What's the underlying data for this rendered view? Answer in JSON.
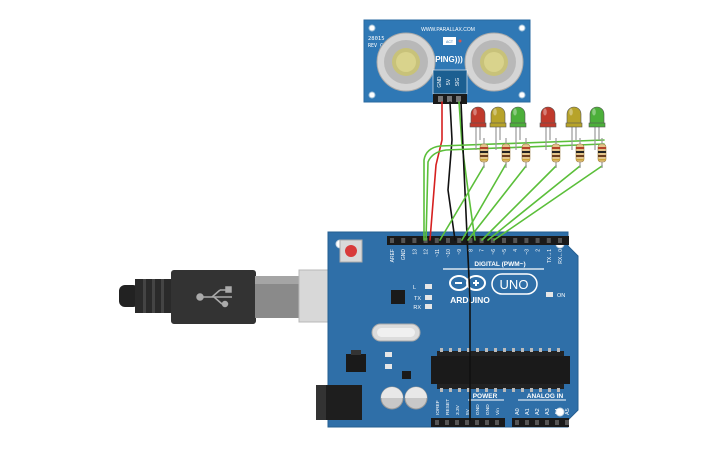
{
  "colors": {
    "board": "#2f6fa8",
    "board_dark": "#1e4f7c",
    "sensor_board": "#2f78b5",
    "wire_green": "#5bbf3a",
    "wire_black": "#111111",
    "wire_red": "#d62020",
    "led_red": "#c0392b",
    "led_yellow": "#b7a32a",
    "led_green": "#4caf3a"
  },
  "sensor": {
    "model": "28015",
    "rev": "REV C",
    "url": "WWW.PARALLAX.COM",
    "name": "PING)))",
    "act": "ACT",
    "pins": [
      "GND",
      "5V",
      "SIG"
    ]
  },
  "arduino": {
    "brand": "ARDUINO",
    "model": "UNO",
    "digital_label": "DIGITAL (PWM~)",
    "power_label": "POWER",
    "analog_label": "ANALOG IN",
    "led_l": "L",
    "led_tx": "TX",
    "led_rx": "RX",
    "led_on": "ON",
    "top_pins": [
      "AREF",
      "GND",
      "13",
      "12",
      "~11",
      "~10",
      "~9",
      "8",
      "7",
      "~6",
      "~5",
      "4",
      "~3",
      "2",
      "TX→1",
      "RX←0"
    ],
    "power_pins": [
      "IOREF",
      "RESET",
      "3.3V",
      "5V",
      "GND",
      "GND",
      "Vin"
    ],
    "analog_pins": [
      "A0",
      "A1",
      "A2",
      "A3",
      "A4",
      "A5"
    ]
  },
  "leds": [
    "red",
    "yellow",
    "green",
    "red",
    "yellow",
    "green"
  ],
  "usb": {
    "symbol": "usb-symbol"
  }
}
